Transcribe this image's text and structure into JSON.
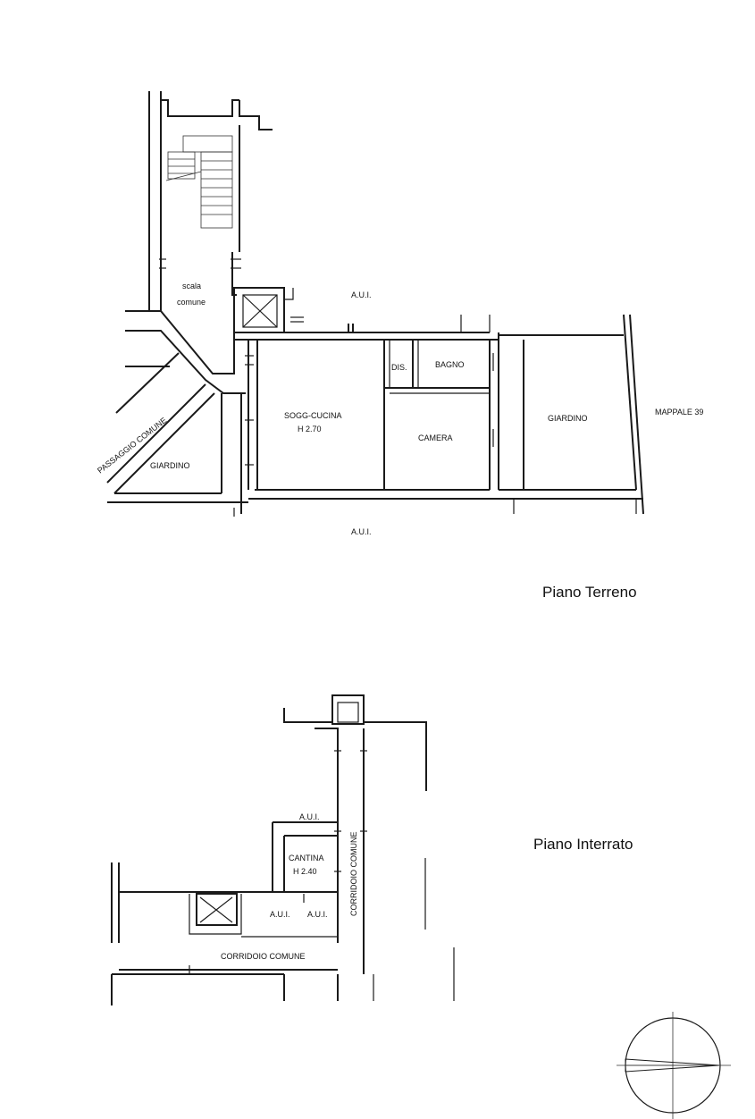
{
  "ground_floor": {
    "title": "Piano Terreno",
    "labels": {
      "scale_line1": "scala",
      "scale_line2": "comune",
      "aui_top": "A.U.I.",
      "dis": "DIS.",
      "bagno": "BAGNO",
      "sogg_cucina": "SOGG-CUCINA",
      "height": "H 2.70",
      "camera": "CAMERA",
      "giardino_right": "GIARDINO",
      "mappale": "MAPPALE 39",
      "passaggio": "PASSAGGIO COMUNE",
      "giardino_left": "GIARDINO",
      "aui_bottom": "A.U.I."
    }
  },
  "basement": {
    "title": "Piano Interrato",
    "labels": {
      "aui_top": "A.U.I.",
      "cantina": "CANTINA",
      "height": "H 2.40",
      "aui_left": "A.U.I.",
      "aui_right": "A.U.I.",
      "corridoio_vertical": "CORRIDOIO COMUNE",
      "corridoio_horizontal": "CORRIDOIO COMUNE"
    }
  }
}
